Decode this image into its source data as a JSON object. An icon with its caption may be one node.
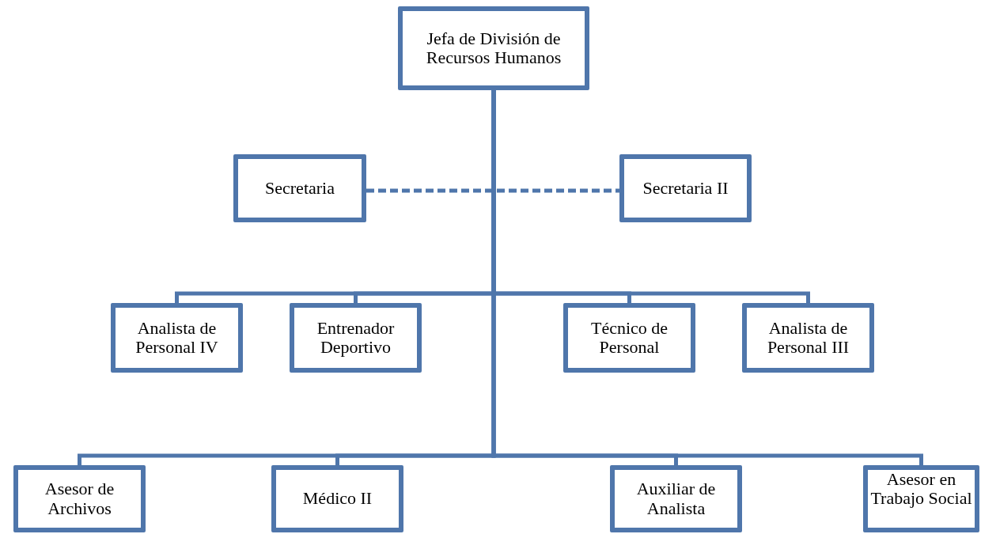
{
  "diagram": {
    "nodes": [
      {
        "text": [
          "Jefa de División de Recursos Humanos"
        ]
      },
      {
        "text": [
          "Secretaria"
        ]
      },
      {
        "text": [
          "Secretaria II"
        ]
      },
      {
        "text": [
          "Analista de Personal IV"
        ]
      },
      {
        "text": [
          "Entrenador Deportivo"
        ]
      },
      {
        "text": [
          "Técnico de Personal"
        ]
      },
      {
        "text": [
          "Analista de Personal III"
        ]
      },
      {
        "text": [
          "Asesor de Archivos"
        ]
      },
      {
        "text": [
          "Médico II"
        ]
      },
      {
        "text": [
          "Auxiliar de Analista"
        ]
      },
      {
        "text": [
          "Asesor en Trabajo Social"
        ]
      }
    ],
    "edges": [
      {
        "from": 1,
        "to": 2,
        "arrow": "none",
        "style": "dashed"
      },
      {
        "from": 0,
        "to": 3,
        "arrow": "none"
      },
      {
        "from": 0,
        "to": 4,
        "arrow": "none"
      },
      {
        "from": 0,
        "to": 5,
        "arrow": "none"
      },
      {
        "from": 0,
        "to": 6,
        "arrow": "none"
      },
      {
        "from": 0,
        "to": 7,
        "arrow": "none"
      },
      {
        "from": 0,
        "to": 8,
        "arrow": "none"
      },
      {
        "from": 0,
        "to": 9,
        "arrow": "none"
      },
      {
        "from": 0,
        "to": 10,
        "arrow": "none"
      }
    ]
  }
}
